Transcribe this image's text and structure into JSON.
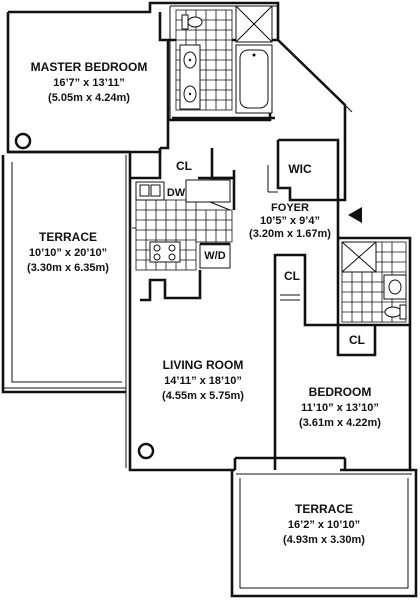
{
  "rooms": {
    "master_bedroom": {
      "name": "MASTER BEDROOM",
      "imperial": "16’7” x 13’11”",
      "metric": "(5.05m x 4.24m)"
    },
    "terrace_left": {
      "name": "TERRACE",
      "imperial": "10’10” x 20’10”",
      "metric": "(3.30m x 6.35m)"
    },
    "foyer": {
      "name": "FOYER",
      "imperial": "10’5” x 9’4”",
      "metric": "(3.20m x 1.67m)"
    },
    "living_room": {
      "name": "LIVING ROOM",
      "imperial": "14’11” x 18’10”",
      "metric": "(4.55m x 5.75m)"
    },
    "bedroom": {
      "name": "BEDROOM",
      "imperial": "11’10” x 13’10”",
      "metric": "(3.61m x 4.22m)"
    },
    "terrace_bottom": {
      "name": "TERRACE",
      "imperial": "16’2” x 10’10”",
      "metric": "(4.93m x 3.30m)"
    }
  },
  "labels": {
    "closet_kitchen": "CL",
    "walk_in_closet": "WIC",
    "closet_bedroom_a": "CL",
    "closet_bedroom_b": "CL",
    "dishwasher": "DW",
    "washer_dryer": "W/D"
  }
}
